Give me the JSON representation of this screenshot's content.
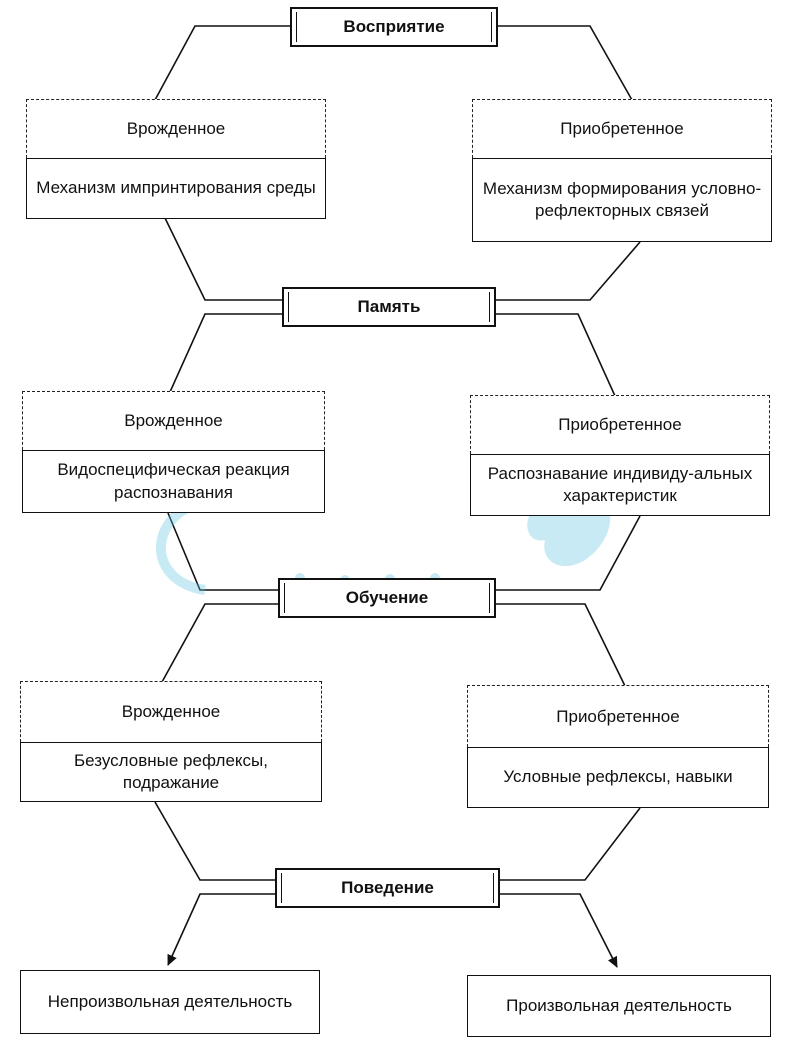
{
  "center": {
    "perception": "Восприятие",
    "memory": "Память",
    "learning": "Обучение",
    "behavior": "Поведение"
  },
  "perception": {
    "left": {
      "header": "Врожденное",
      "body": "Механизм импринтирования среды"
    },
    "right": {
      "header": "Приобретенное",
      "body": "Механизм формирования условно-рефлекторных связей"
    }
  },
  "memory": {
    "left": {
      "header": "Врожденное",
      "body": "Видоспецифическая реакция распознавания"
    },
    "right": {
      "header": "Приобретенное",
      "body": "Распознавание индивиду-альных характеристик"
    }
  },
  "learning": {
    "left": {
      "header": "Врожденное",
      "body": "Безусловные рефлексы, подражание"
    },
    "right": {
      "header": "Приобретенное",
      "body": "Условные рефлексы, навыки"
    }
  },
  "outcomes": {
    "left": "Непроизвольная деятельность",
    "right": "Произвольная деятельность"
  }
}
